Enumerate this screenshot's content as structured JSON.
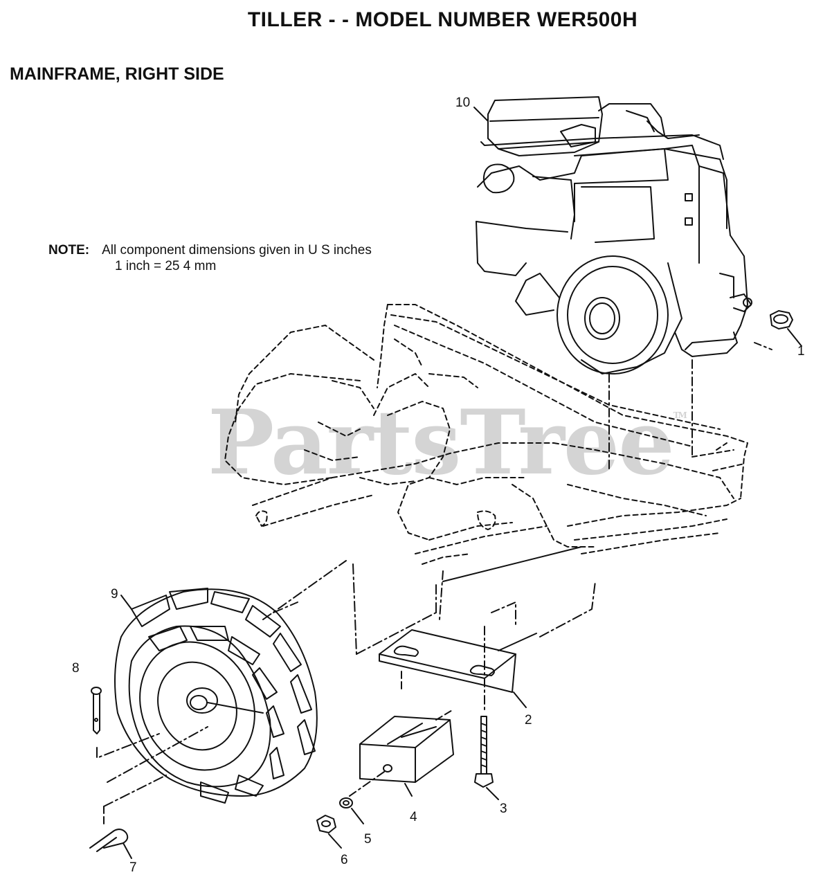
{
  "page": {
    "title": "TILLER - - MODEL NUMBER WER500H",
    "section": "MAINFRAME, RIGHT SIDE",
    "note_label": "NOTE:",
    "note_line1": "All component dimensions given in U S inches",
    "note_line2": "1 inch = 25 4 mm",
    "watermark": "PartsTree",
    "watermark_mark": "TM"
  },
  "callouts": [
    {
      "id": "1",
      "part": "nut"
    },
    {
      "id": "2",
      "part": "bracket"
    },
    {
      "id": "3",
      "part": "bolt"
    },
    {
      "id": "4",
      "part": "weight"
    },
    {
      "id": "5",
      "part": "washer"
    },
    {
      "id": "6",
      "part": "nut"
    },
    {
      "id": "7",
      "part": "hairpin-clip"
    },
    {
      "id": "8",
      "part": "pin"
    },
    {
      "id": "9",
      "part": "wheel-tire"
    },
    {
      "id": "10",
      "part": "engine"
    }
  ]
}
